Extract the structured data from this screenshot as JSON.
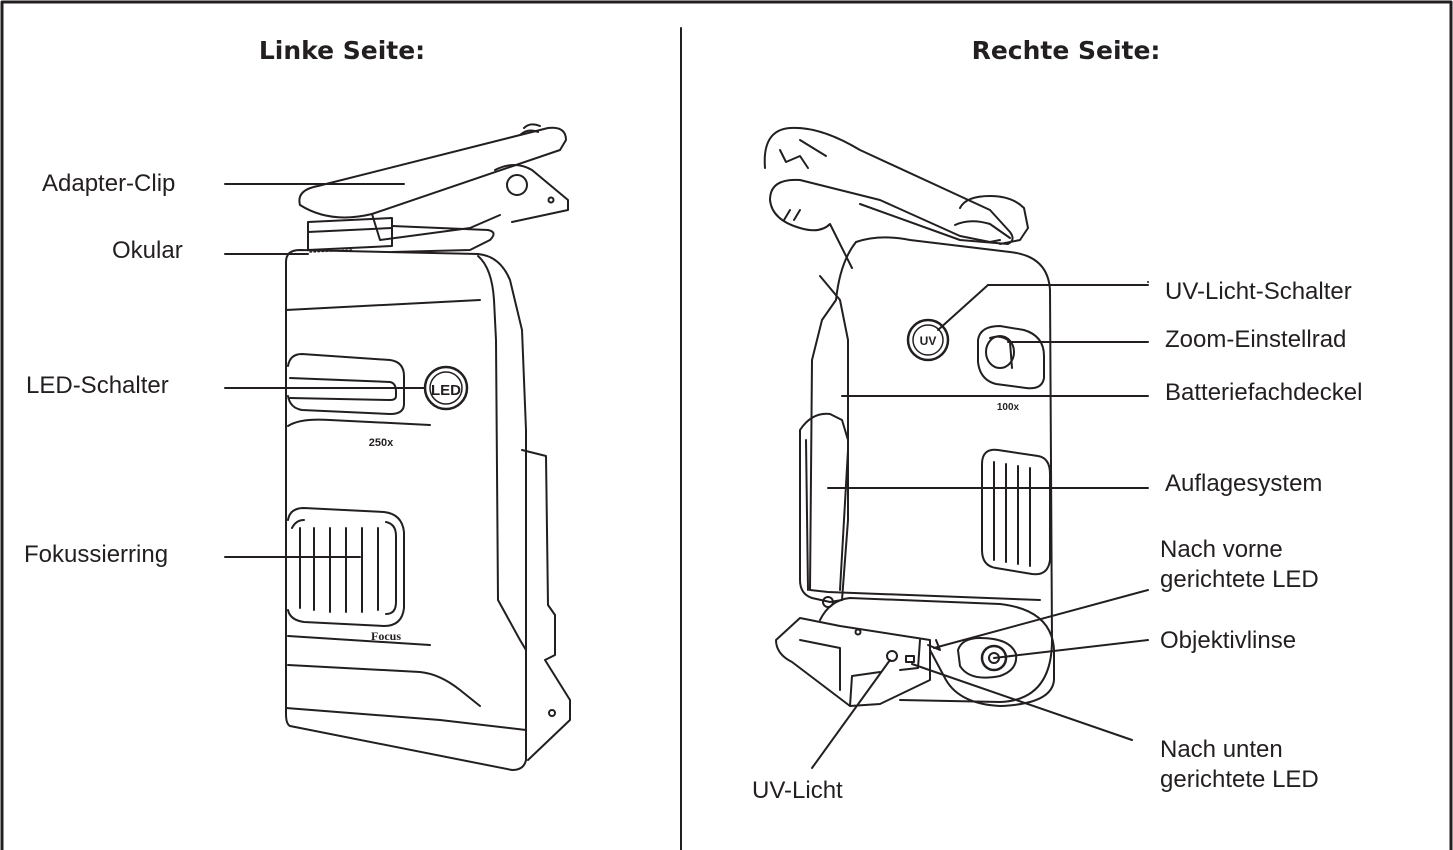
{
  "left_panel": {
    "title": "Linke Seite:",
    "labels": {
      "adapter_clip": "Adapter-Clip",
      "okular": "Okular",
      "led_schalter": "LED-Schalter",
      "fokussierring": "Fokussierring"
    },
    "device_marks": {
      "button": "LED",
      "magnification": "250x",
      "ring": "Focus"
    }
  },
  "right_panel": {
    "title": "Rechte Seite:",
    "labels": {
      "uv_licht_schalter": "UV-Licht-Schalter",
      "zoom_einstellrad": "Zoom-Einstellrad",
      "batteriefachdeckel": "Batteriefachdeckel",
      "auflagesystem": "Auflagesystem",
      "front_led": [
        "Nach vorne",
        "gerichtete LED"
      ],
      "objektivlinse": "Objektivlinse",
      "down_led": [
        "Nach unten",
        "gerichtete LED"
      ],
      "uv_licht": "UV-Licht"
    },
    "device_marks": {
      "button": "UV",
      "magnification": "100x"
    }
  },
  "colors": {
    "ink": "#231f20",
    "background": "#ffffff"
  }
}
